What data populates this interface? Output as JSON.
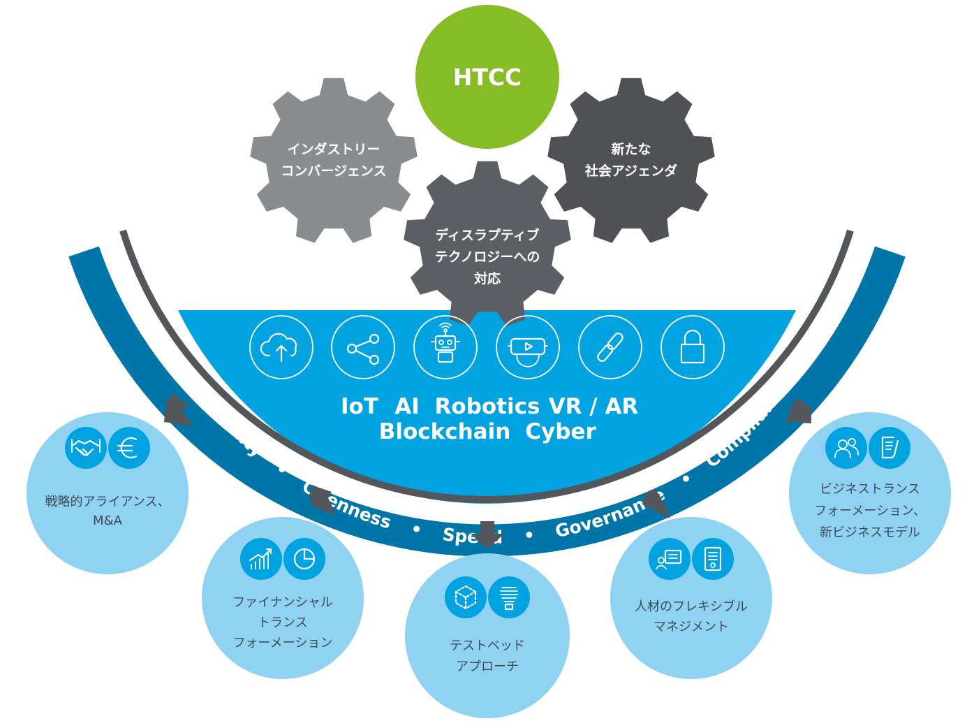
{
  "gears": {
    "htcc": {
      "label": "HTCC",
      "color": "#86bc25"
    },
    "industry": {
      "lines": [
        "インダストリー",
        "コンバージェンス"
      ],
      "color": "#8a8d90"
    },
    "disruptive": {
      "lines": [
        "ディスラプティブ",
        "テクノロジーへの",
        "対応"
      ],
      "color": "#5b5e63"
    },
    "social": {
      "lines": [
        "新たな",
        "社会アジェンダ"
      ],
      "color": "#4f5154"
    }
  },
  "technology": {
    "icons": [
      "cloud-upload-icon",
      "share-icon",
      "robot-icon",
      "vr-headset-icon",
      "link-icon",
      "lock-icon"
    ],
    "line1": [
      "IoT",
      "AI",
      "Robotics",
      "VR / AR"
    ],
    "line2": [
      "Blockchain",
      "Cyber"
    ],
    "color": "#00a3e0"
  },
  "arc": {
    "principles": [
      "Flexibility",
      "Openness",
      "Speed",
      "Governance",
      "Compliance"
    ],
    "separator": "•",
    "color": "#0076a8",
    "stripe_color": "#53565a"
  },
  "outcomes": [
    {
      "lines": [
        "戦略的アライアンス、",
        "M&A"
      ],
      "icons": [
        "handshake-icon",
        "euro-icon"
      ]
    },
    {
      "lines": [
        "ファイナンシャル",
        "トランス",
        "フォーメーション"
      ],
      "icons": [
        "growth-chart-icon",
        "pie-chart-icon"
      ]
    },
    {
      "lines": [
        "テストベッド",
        "アプローチ"
      ],
      "icons": [
        "cube-icon",
        "lightbulb-icon"
      ]
    },
    {
      "lines": [
        "人材のフレキシブル",
        "マネジメント"
      ],
      "icons": [
        "presenter-icon",
        "document-icon"
      ]
    },
    {
      "lines": [
        "ビジネストランス",
        "フォーメーション、",
        "新ビジネスモデル"
      ],
      "icons": [
        "people-icon",
        "checklist-icon"
      ]
    }
  ],
  "colors": {
    "outcome_circle": "#8fd2f2",
    "outcome_icon": "#00a3e0",
    "arrow": "#53565a"
  }
}
